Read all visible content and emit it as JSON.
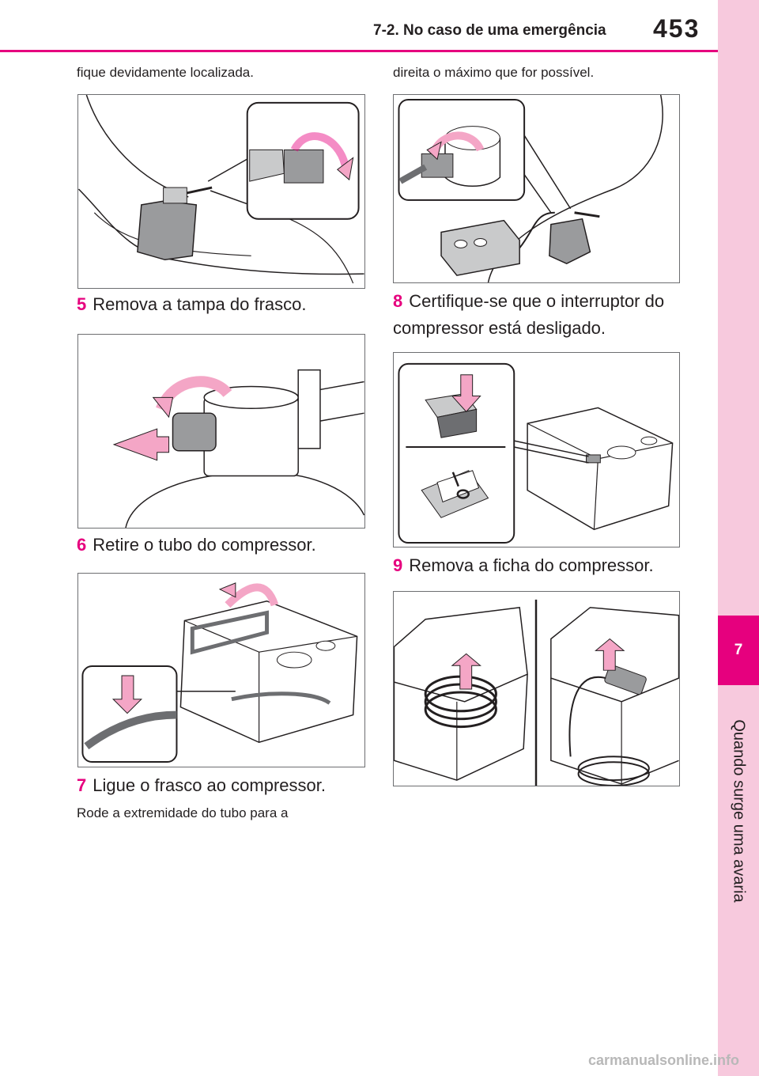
{
  "header": {
    "section_title": "7-2. No caso de uma emergência",
    "page_number": "453"
  },
  "side_tab": {
    "chapter_number": "7",
    "chapter_title": "Quando surge uma avaria"
  },
  "left_column": {
    "intro_text": "fique devidamente localizada.",
    "steps": [
      {
        "number": "5",
        "text": "Remova a tampa do frasco."
      },
      {
        "number": "6",
        "text": "Retire o tubo do compressor."
      },
      {
        "number": "7",
        "text": "Ligue o frasco ao compressor."
      }
    ],
    "note_text": "Rode a extremidade do tubo para a"
  },
  "right_column": {
    "intro_text": "direita o máximo que for possível.",
    "steps": [
      {
        "number": "8",
        "text": "Certifique-se que o interruptor do compressor está desligado."
      },
      {
        "number": "9",
        "text": "Remova a ficha do compressor."
      }
    ]
  },
  "footer": {
    "watermark": "carmanualsonline.info"
  },
  "colors": {
    "accent": "#e6007e",
    "tab_background": "#f7c9dd",
    "arrow_fill": "#f4a6c6"
  }
}
